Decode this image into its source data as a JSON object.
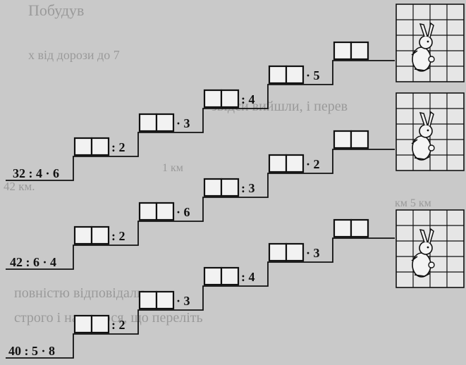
{
  "bleed_through": [
    "Побудув",
    "звідси вийшли, і перев",
    "х від дорози до 7",
    "42 км.",
    "1 км",
    "км 5 км",
    "повністю відповідали",
    "строго і назвалося, що переліть"
  ],
  "problems": [
    {
      "expression": "32 : 4 · 6",
      "operations": [
        ": 2",
        "· 3",
        ": 4",
        "· 5"
      ]
    },
    {
      "expression": "42 : 6 · 4",
      "operations": [
        ": 2",
        "· 6",
        ": 3",
        "· 2"
      ]
    },
    {
      "expression": "40 : 5 · 8",
      "operations": [
        ": 2",
        "· 3",
        ": 4",
        "· 3"
      ]
    }
  ],
  "images": [
    {
      "name": "rabbit-grid-1",
      "icon": "rabbit-icon"
    },
    {
      "name": "rabbit-grid-2",
      "icon": "rabbit-icon"
    },
    {
      "name": "rabbit-grid-3",
      "icon": "rabbit-icon"
    }
  ]
}
